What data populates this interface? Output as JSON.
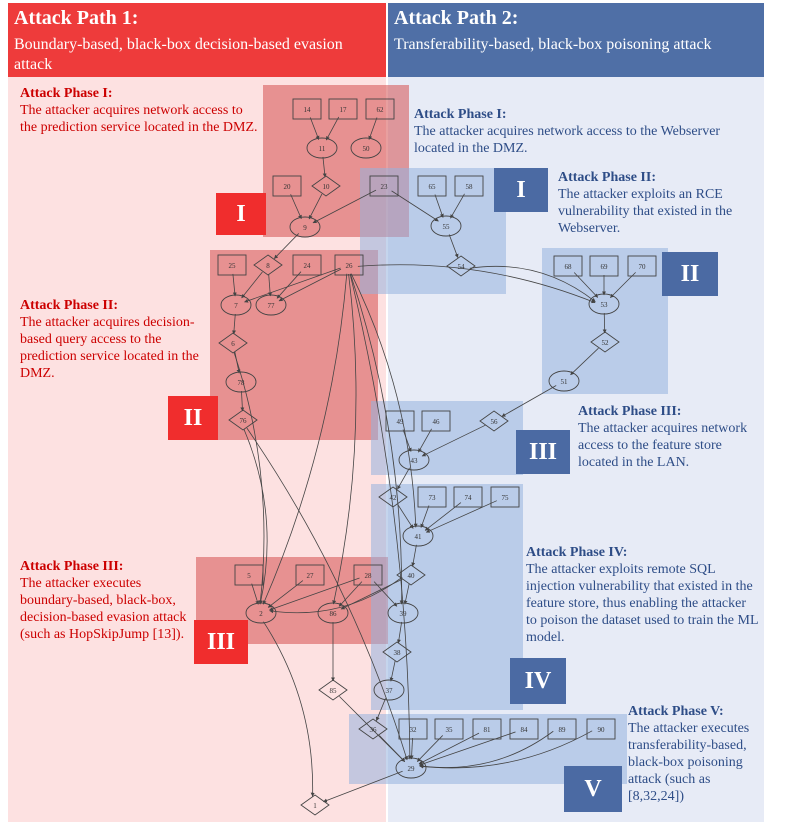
{
  "path1": {
    "title": "Attack Path 1:",
    "subtitle": "Boundary-based, black-box decision-based evasion attack",
    "phase1": {
      "title": "Attack Phase I:",
      "text": "The attacker acquires network access to the prediction service located in the DMZ."
    },
    "phase2": {
      "title": "Attack Phase II:",
      "text": "The attacker acquires decision-based query access to the prediction service located in the DMZ."
    },
    "phase3": {
      "title": "Attack Phase III:",
      "text": "The attacker executes boundary-based, black-box, decision-based evasion attack (such as HopSkipJump [13])."
    },
    "badges": [
      "I",
      "II",
      "III"
    ]
  },
  "path2": {
    "title": "Attack Path 2:",
    "subtitle": "Transferability-based, black-box poisoning attack",
    "phase1": {
      "title": "Attack Phase I:",
      "text": "The attacker acquires network access to the Webserver located in the DMZ."
    },
    "phase2": {
      "title": "Attack Phase II:",
      "text": "The attacker exploits an RCE vulnerability that existed in the Webserver."
    },
    "phase3": {
      "title": "Attack Phase III:",
      "text": "The attacker acquires network access to the feature store located in the LAN."
    },
    "phase4": {
      "title": "Attack Phase IV:",
      "text": "The attacker exploits remote SQL injection vulnerability that existed in the feature store, thus enabling the attacker to poison the dataset used to train the ML model."
    },
    "phase5": {
      "title": "Attack Phase V:",
      "text": "The attacker executes transferability-based, black-box poisoning attack (such as [8,32,24])"
    },
    "badges": [
      "I",
      "II",
      "III",
      "IV",
      "V"
    ]
  },
  "graph": {
    "nodes": [
      {
        "id": "14",
        "shape": "box"
      },
      {
        "id": "17",
        "shape": "box"
      },
      {
        "id": "62",
        "shape": "box"
      },
      {
        "id": "11",
        "shape": "ellipse"
      },
      {
        "id": "50",
        "shape": "ellipse"
      },
      {
        "id": "20",
        "shape": "box"
      },
      {
        "id": "10",
        "shape": "diamond"
      },
      {
        "id": "23",
        "shape": "box"
      },
      {
        "id": "65",
        "shape": "box"
      },
      {
        "id": "58",
        "shape": "box"
      },
      {
        "id": "9",
        "shape": "ellipse"
      },
      {
        "id": "55",
        "shape": "ellipse"
      },
      {
        "id": "54",
        "shape": "diamond"
      },
      {
        "id": "25",
        "shape": "box"
      },
      {
        "id": "8",
        "shape": "diamond"
      },
      {
        "id": "24",
        "shape": "box"
      },
      {
        "id": "26",
        "shape": "box"
      },
      {
        "id": "7",
        "shape": "ellipse"
      },
      {
        "id": "77",
        "shape": "ellipse"
      },
      {
        "id": "68",
        "shape": "box"
      },
      {
        "id": "69",
        "shape": "box"
      },
      {
        "id": "70",
        "shape": "box"
      },
      {
        "id": "53",
        "shape": "ellipse"
      },
      {
        "id": "52",
        "shape": "diamond"
      },
      {
        "id": "51",
        "shape": "ellipse"
      },
      {
        "id": "6",
        "shape": "diamond"
      },
      {
        "id": "78",
        "shape": "ellipse"
      },
      {
        "id": "76",
        "shape": "diamond"
      },
      {
        "id": "49",
        "shape": "box"
      },
      {
        "id": "46",
        "shape": "box"
      },
      {
        "id": "56",
        "shape": "diamond"
      },
      {
        "id": "43",
        "shape": "ellipse"
      },
      {
        "id": "42",
        "shape": "diamond"
      },
      {
        "id": "73",
        "shape": "box"
      },
      {
        "id": "74",
        "shape": "box"
      },
      {
        "id": "75",
        "shape": "box"
      },
      {
        "id": "41",
        "shape": "ellipse"
      },
      {
        "id": "40",
        "shape": "diamond"
      },
      {
        "id": "5",
        "shape": "box"
      },
      {
        "id": "27",
        "shape": "box"
      },
      {
        "id": "28",
        "shape": "box"
      },
      {
        "id": "2",
        "shape": "ellipse"
      },
      {
        "id": "86",
        "shape": "ellipse"
      },
      {
        "id": "39",
        "shape": "ellipse"
      },
      {
        "id": "38",
        "shape": "diamond"
      },
      {
        "id": "85",
        "shape": "diamond"
      },
      {
        "id": "37",
        "shape": "ellipse"
      },
      {
        "id": "36",
        "shape": "diamond"
      },
      {
        "id": "32",
        "shape": "box"
      },
      {
        "id": "35",
        "shape": "box"
      },
      {
        "id": "81",
        "shape": "box"
      },
      {
        "id": "84",
        "shape": "box"
      },
      {
        "id": "89",
        "shape": "box"
      },
      {
        "id": "90",
        "shape": "box"
      },
      {
        "id": "29",
        "shape": "ellipse"
      },
      {
        "id": "1",
        "shape": "diamond"
      }
    ]
  }
}
